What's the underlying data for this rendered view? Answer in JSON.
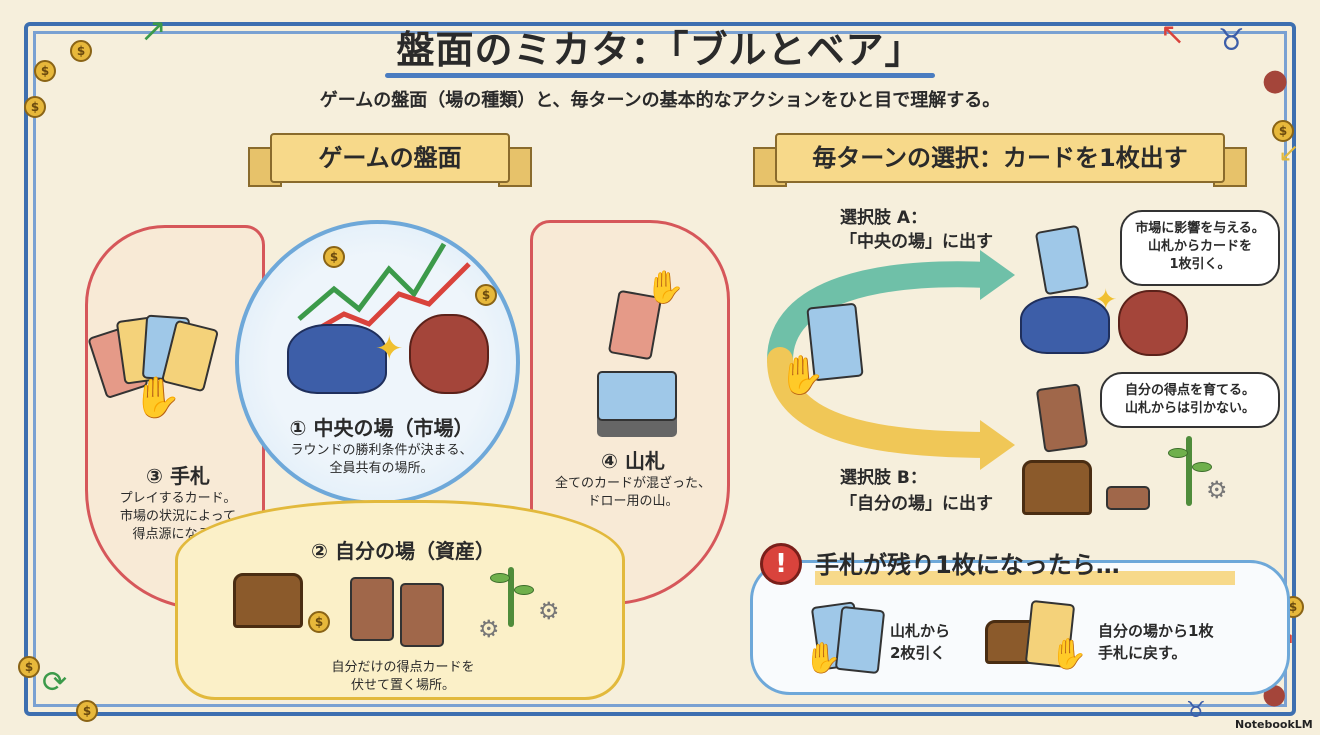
{
  "header": {
    "title": "盤面のミカタ：「ブルとベア」",
    "subtitle": "ゲームの盤面（場の種類）と、毎ターンの基本的なアクションをひと目で理解する。"
  },
  "left_section": {
    "ribbon": "ゲームの盤面",
    "zones": [
      {
        "name": "③ 手札",
        "desc_lines": [
          "プレイするカード。",
          "市場の状況によって",
          "得点源になる。"
        ]
      },
      {
        "name": "① 中央の場（市場）",
        "desc_lines": [
          "ラウンドの勝利条件が決まる、",
          "全員共有の場所。"
        ]
      },
      {
        "name": "④ 山札",
        "desc_lines": [
          "全てのカードが混ざった、",
          "ドロー用の山。"
        ]
      },
      {
        "name": "② 自分の場（資産）",
        "desc_lines": [
          "自分だけの得点カードを",
          "伏せて置く場所。"
        ]
      }
    ]
  },
  "right_section": {
    "ribbon": "毎ターンの選択：カードを1枚出す",
    "option_a": {
      "label_lines": [
        "選択肢 A：",
        "「中央の場」に出す"
      ],
      "speech_lines": [
        "市場に影響を与える。",
        "山札からカードを",
        "1枚引く。"
      ]
    },
    "option_b": {
      "label_lines": [
        "選択肢 B：",
        "「自分の場」に出す"
      ],
      "speech_lines": [
        "自分の得点を育てる。",
        "山札からは引かない。"
      ]
    },
    "alert": {
      "icon": "!",
      "title": "手札が残り1枚になったら…",
      "left_lines": [
        "山札から",
        "2枚引く"
      ],
      "right_lines": [
        "自分の場から1枚",
        "手札に戻す。"
      ]
    }
  },
  "footer": {
    "watermark": "NotebookLM"
  },
  "colors": {
    "frame": "#3d6fb0",
    "ribbon": "#f7d98a",
    "hand_zone": "#d6575a",
    "center_zone": "#6ea8d9",
    "mine_zone": "#e2b93c",
    "bull": "#3d5ea8",
    "bear": "#a4453a"
  }
}
